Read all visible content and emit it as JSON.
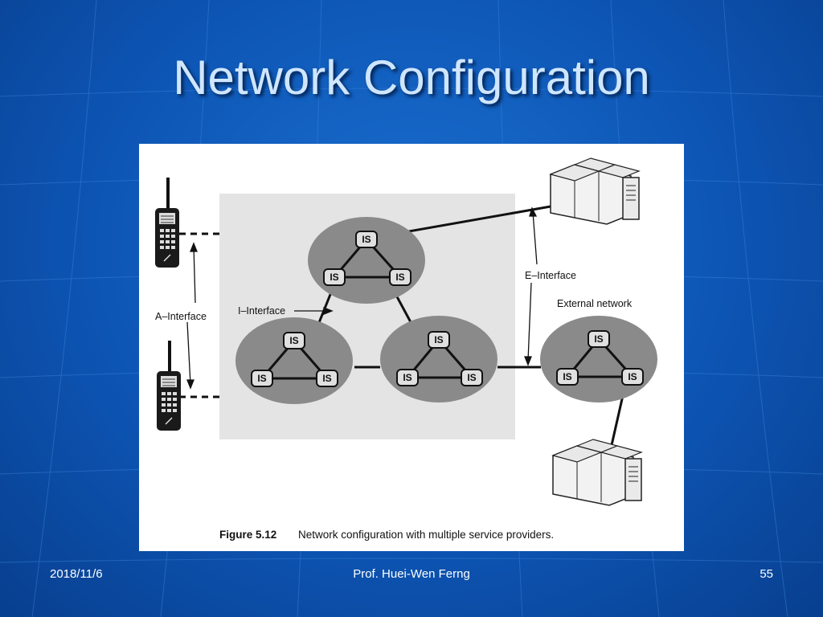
{
  "slide": {
    "title": "Network Configuration",
    "footer": {
      "date": "2018/11/6",
      "author": "Prof. Huei-Wen Ferng",
      "page": "55"
    }
  },
  "figure": {
    "node_label": "IS",
    "labels": {
      "a_interface": "A–Interface",
      "i_interface": "I–Interface",
      "e_interface": "E–Interface",
      "external_network": "External network"
    },
    "caption_number": "Figure 5.12",
    "caption_text": "Network configuration with multiple service providers."
  }
}
